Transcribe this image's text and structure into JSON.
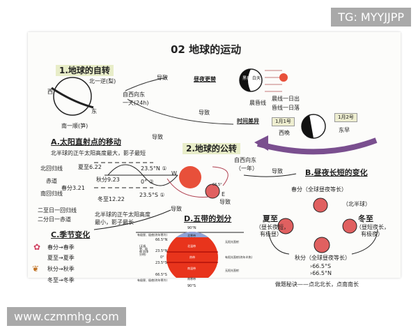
{
  "watermark_top": "TG: MYYJJPP",
  "watermark_bottom": "www.czmmhg.com",
  "title": "02 地球的运动",
  "rotation": {
    "heading": "1.地球的自转",
    "north": "北一逆(梨)",
    "south": "南一顺(笋)",
    "west": "西",
    "east": "东",
    "direction": "自西向东",
    "period": "一天(24h)",
    "leads_to": "导致",
    "day_night": "昼夜更替",
    "night": "黑夜",
    "day": "白天",
    "terminator": "晨昏线",
    "dawn": "晨线一日出",
    "dusk": "昏线一日落",
    "time_diff": "时间差异",
    "date1": "1月1号",
    "date2": "1月2号",
    "west_late": "西晚",
    "east_early": "东早"
  },
  "revolution": {
    "heading": "2.地球的公转",
    "direction": "自西向东",
    "period": "（一年）",
    "W": "W",
    "E": "E",
    "angle": "66.5°",
    "leads_to": "导致"
  },
  "sun_point": {
    "heading": "A.太阳直射点的移动",
    "summer_note": "北半球的正午太阳高度最大，影子最短",
    "tropic_n": "北回归线",
    "equator": "赤道",
    "tropic_s": "南回归线",
    "summer": "夏至6.22",
    "autumn": "秋分9.23",
    "spring": "春分3.21",
    "winter": "冬至12.22",
    "lat_n": "23.5°N ①",
    "lat_0": "0° ②",
    "lat_s": "23.5°S ①",
    "rule1": "二至日一回归线",
    "rule2": "二分日一赤道",
    "winter_note": "北半球的正午太阳高度最小，影子最长"
  },
  "day_length": {
    "heading": "B.昼夜长短的变化",
    "spring": "春分（全球昼夜等长）",
    "nh": "（北半球）",
    "summer": "夏至",
    "summer_note1": "（昼长夜短，",
    "summer_note2": "有极昼）",
    "winter": "冬至",
    "winter_note1": "（昼短夜长，",
    "winter_note2": "有极夜）",
    "autumn": "秋分（全球昼夜等长）",
    "s": "›66.5°S",
    "n": "›66.5°N",
    "tip": "做题秘诀——点北北长，点南南长"
  },
  "seasons": {
    "heading": "C.季节变化",
    "items": [
      "春分→春季",
      "夏至→夏季",
      "秋分→秋季",
      "冬至→冬季"
    ]
  },
  "zones": {
    "heading": "D.五带的划分",
    "n90": "90°N",
    "s90": "90°S",
    "n665": "66.5°N",
    "n235": "23.5°N",
    "eq": "0°",
    "s235": "23.5°S",
    "s665": "66.5°S",
    "polar_note": "有极昼、极夜(终年寒冷)",
    "temperate_note": "(无极昼、极夜 四季分明)",
    "no_direct": "无阳光直射",
    "direct": "有阳光直射(终年炎热)",
    "names": [
      "北寒带",
      "北温带",
      "热带",
      "南温带",
      "南寒带"
    ]
  },
  "colors": {
    "sun": "#e8503a",
    "planet": "#e06060",
    "zone_red": "#e8341c",
    "zone_blue": "#8fa3d6",
    "arrow_purple": "#7a4f8f"
  }
}
